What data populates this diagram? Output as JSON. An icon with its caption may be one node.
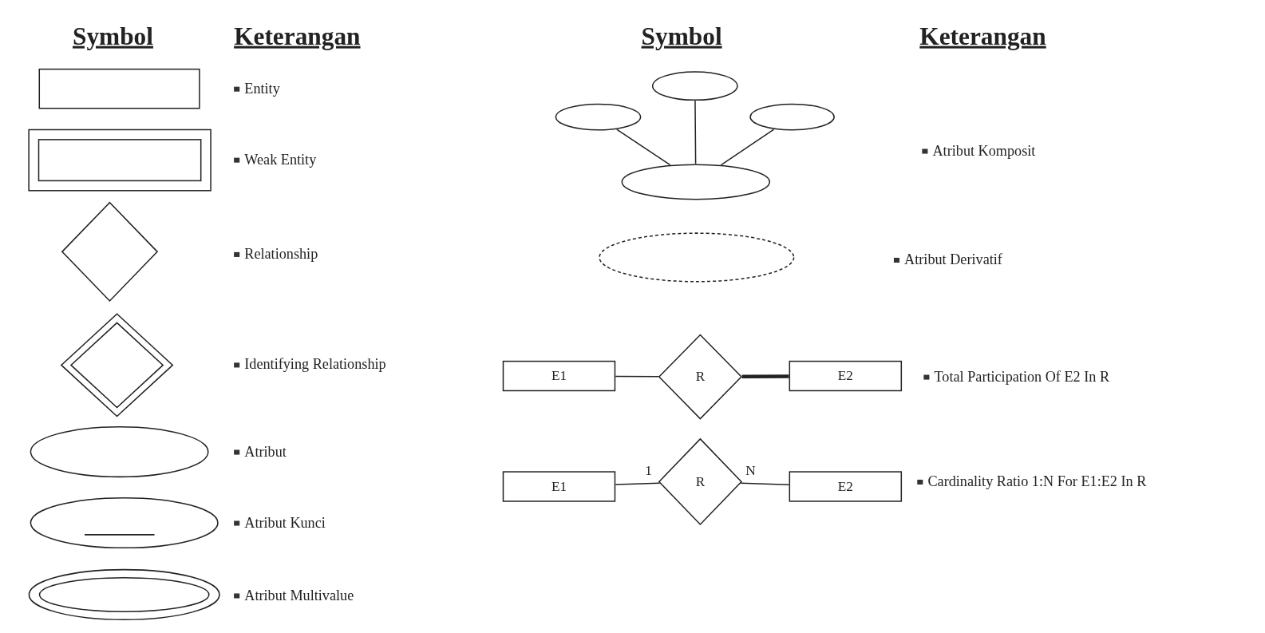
{
  "diagram": {
    "nodes": [
      {
        "text": [],
        "shape": "box"
      },
      {
        "text": [],
        "shape": "box"
      },
      {
        "text": [],
        "shape": "diamond"
      },
      {
        "text": [],
        "shape": "diamond"
      },
      {
        "text": [],
        "shape": "ellipse"
      },
      {
        "text": [],
        "shape": "ellipse"
      },
      {
        "text": [],
        "shape": "ellipse"
      },
      {
        "text": [],
        "shape": "ellipse"
      },
      {
        "text": [],
        "shape": "ellipse"
      },
      {
        "text": [],
        "shape": "ellipse"
      },
      {
        "text": [],
        "shape": "ellipse"
      },
      {
        "text": [],
        "shape": "ellipse"
      },
      {
        "text": [
          "E1"
        ]
      },
      {
        "text": [
          "R"
        ]
      },
      {
        "text": [
          "E2"
        ]
      },
      {
        "text": [
          "E1"
        ]
      },
      {
        "text": [
          "R"
        ]
      },
      {
        "text": [
          "E2"
        ]
      }
    ],
    "edges": [
      {
        "from": 7,
        "to": 10,
        "arrow": "none"
      },
      {
        "from": 8,
        "to": 10,
        "arrow": "none"
      },
      {
        "from": 9,
        "to": 10,
        "arrow": "none"
      },
      {
        "from": 12,
        "to": 13,
        "arrow": "none"
      },
      {
        "from": 13,
        "to": 14,
        "arrow": "none",
        "style": "thick"
      },
      {
        "from": 15,
        "to": 16,
        "arrow": "none",
        "label": "1"
      },
      {
        "from": 16,
        "to": 17,
        "arrow": "none",
        "label": "N"
      }
    ],
    "labels": [
      "Symbol",
      "Keterangan",
      "Symbol",
      "Keterangan",
      "Entity",
      "Atribut Komposit",
      "Weak Entity",
      "Relationship",
      "Atribut Derivatif",
      "Identifying Relationship",
      "Total Participation Of E2 In R",
      "Atribut",
      "Cardinality Ratio 1:N For E1:E2 In R",
      "Atribut Kunci",
      "Atribut Multivalue"
    ]
  }
}
